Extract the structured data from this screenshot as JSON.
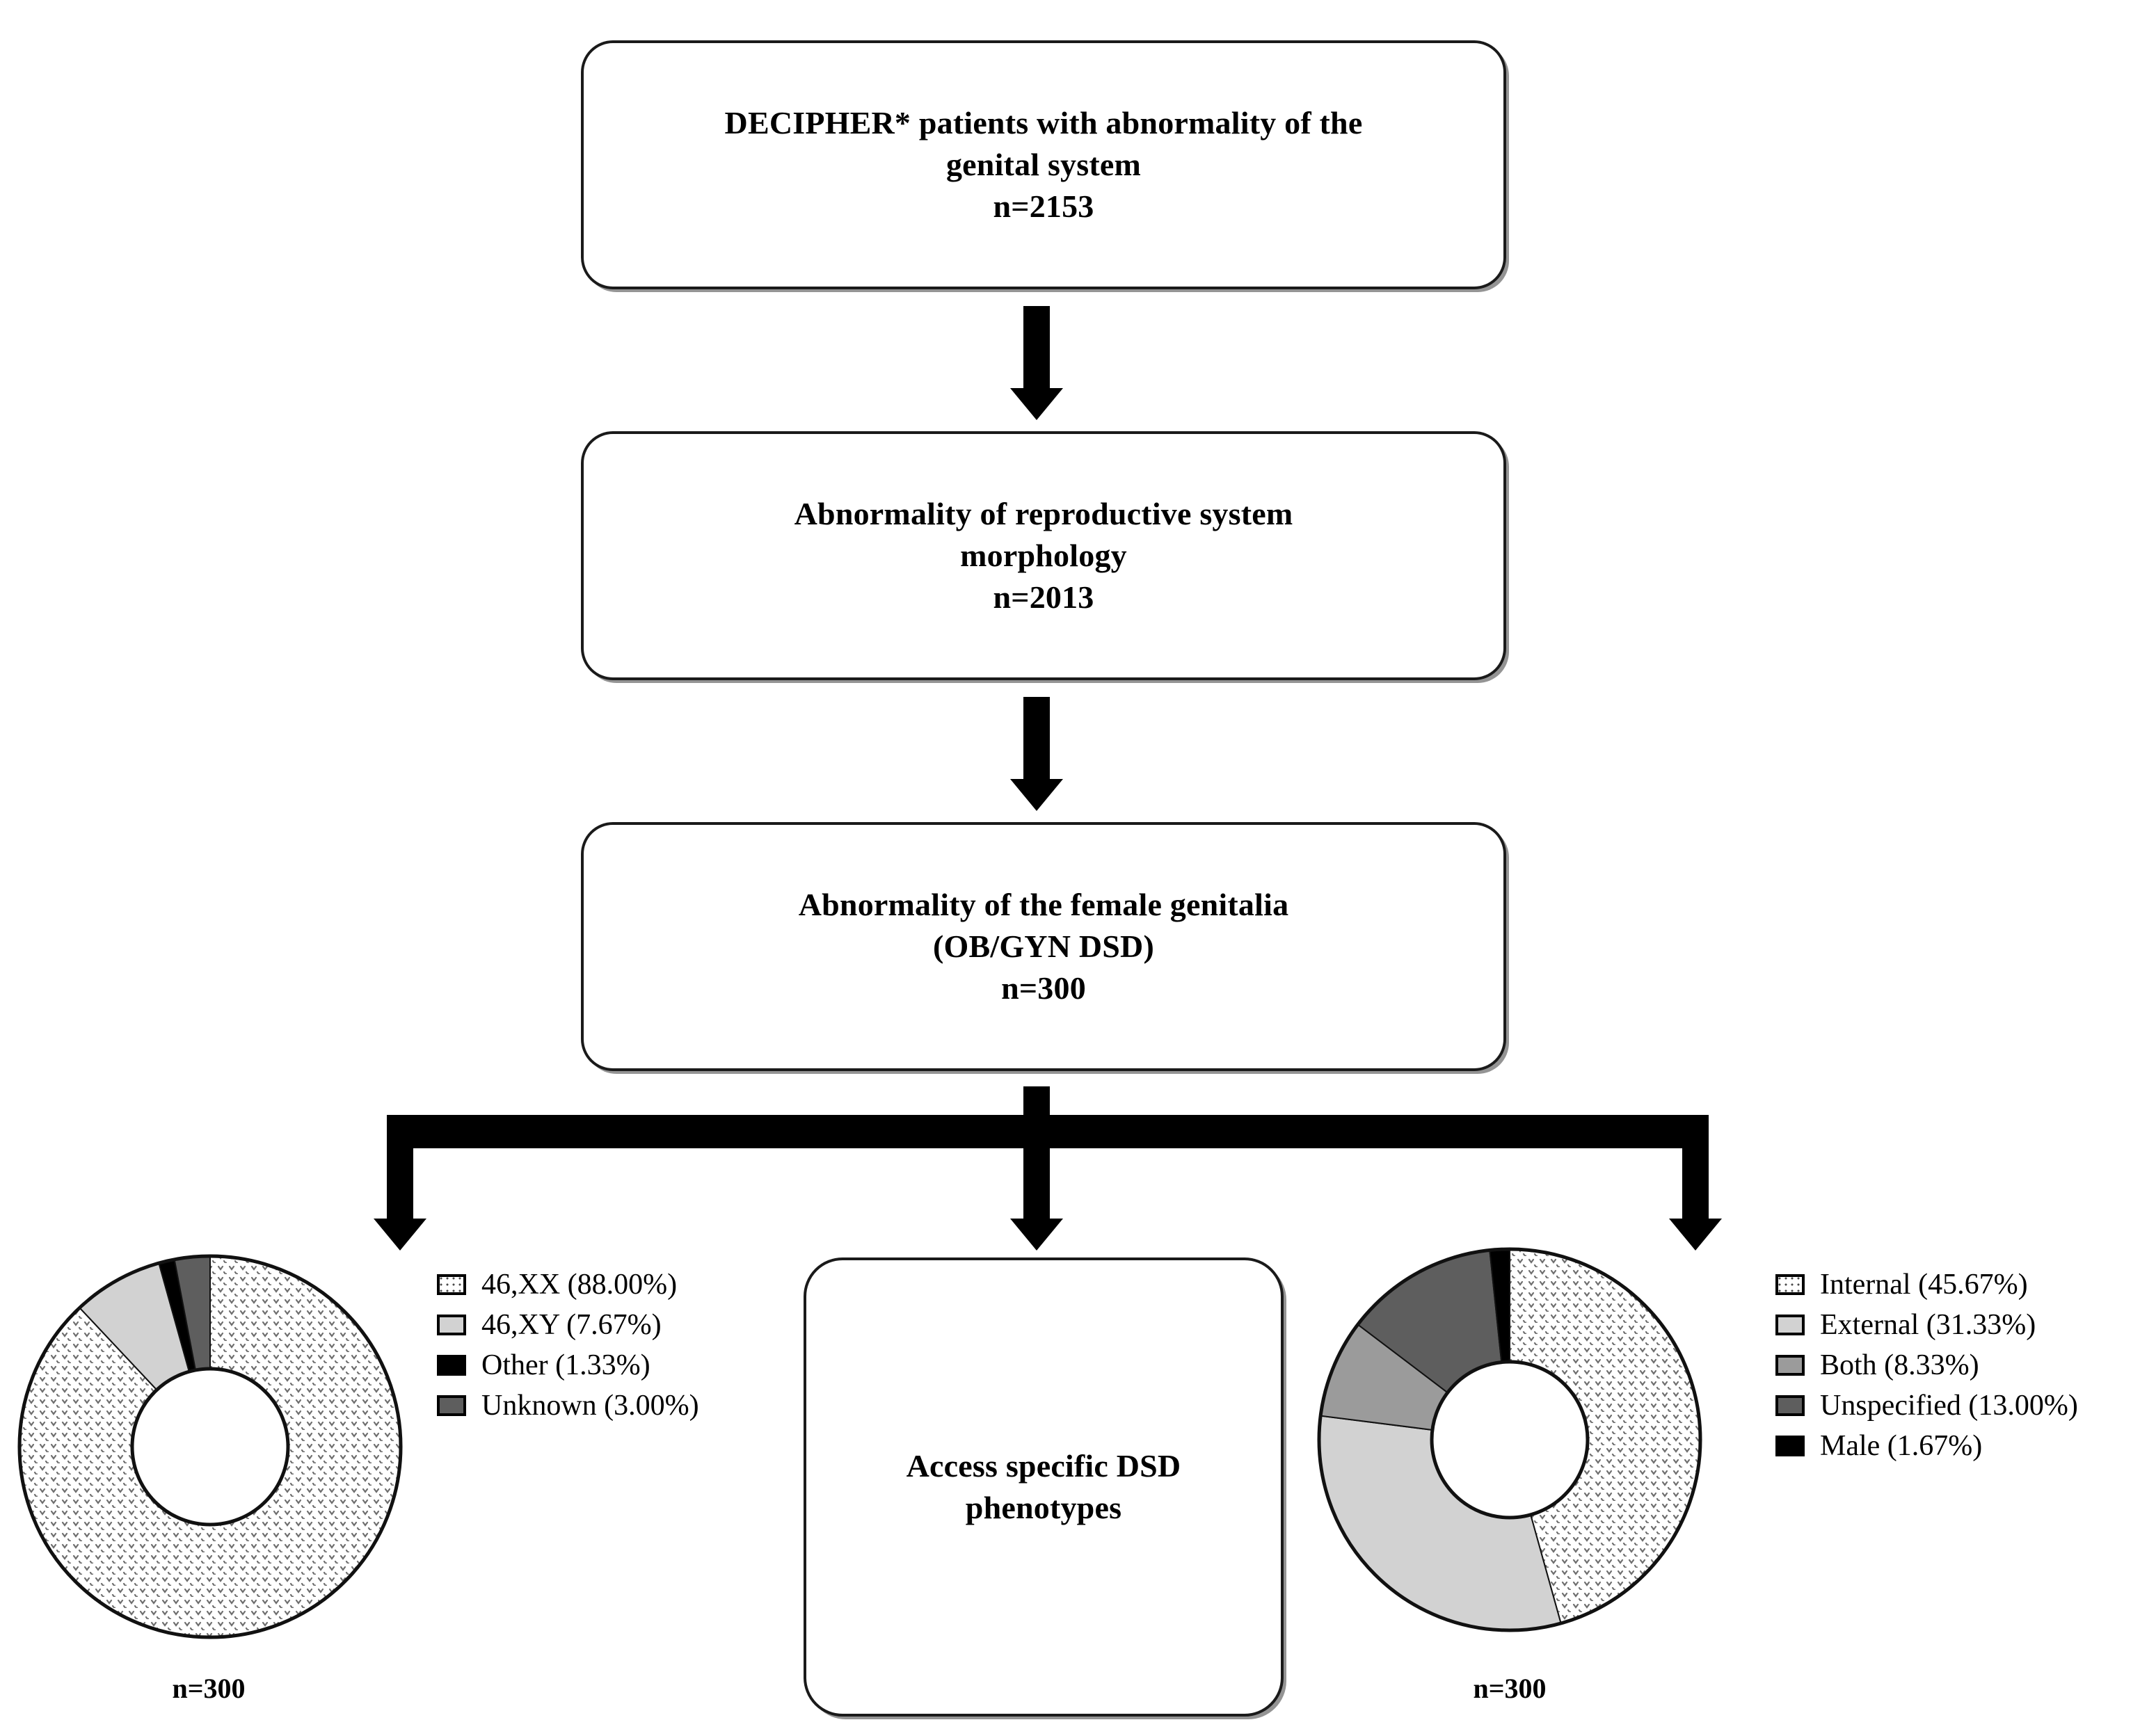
{
  "flow": {
    "box1": {
      "text": "DECIPHER* patients with abnormality of the\ngenital system\nn=2153"
    },
    "box2": {
      "text": "Abnormality of reproductive system\nmorphology\nn=2013"
    },
    "box3": {
      "text": "Abnormality of the female genitalia\n(OB/GYN DSD)\nn=300"
    },
    "box_middle": {
      "text": "Access specific DSD\nphenotypes"
    }
  },
  "left_chart_caption": "n=300",
  "right_chart_caption": "n=300",
  "colors": {
    "pattern": "#ffffff",
    "light_gray": "#d2d2d2",
    "mid_gray": "#9b9b9b",
    "dark_gray": "#5e5e5e",
    "black": "#000000",
    "outline": "#1a1a1a"
  },
  "chart_data": [
    {
      "type": "pie",
      "title": "Karyotype distribution",
      "caption": "n=300",
      "total": 300,
      "donut": true,
      "start_angle": 0,
      "direction": "clockwise",
      "labels": [
        "46,XX",
        "46,XY",
        "Other",
        "Unknown"
      ],
      "values": [
        88.0,
        7.67,
        1.33,
        3.0
      ],
      "counts": [
        264,
        23,
        4,
        9
      ],
      "legend_entries": [
        "46,XX (88.00%)",
        "46,XY (7.67%)",
        "Other (1.33%)",
        "Unknown (3.00%)"
      ],
      "fills": [
        "pattern-dots",
        "#d2d2d2",
        "#000000",
        "#5e5e5e"
      ],
      "legend_position": "right"
    },
    {
      "type": "pie",
      "title": "Genitalia involvement distribution",
      "caption": "n=300",
      "total": 300,
      "donut": true,
      "start_angle": 0,
      "direction": "clockwise",
      "labels": [
        "Internal",
        "External",
        "Both",
        "Unspecified",
        "Male"
      ],
      "values": [
        45.67,
        31.33,
        8.33,
        13.0,
        1.67
      ],
      "counts": [
        137,
        94,
        25,
        39,
        5
      ],
      "legend_entries": [
        "Internal (45.67%)",
        "External (31.33%)",
        "Both (8.33%)",
        "Unspecified (13.00%)",
        "Male (1.67%)"
      ],
      "fills": [
        "pattern-dots",
        "#d2d2d2",
        "#9b9b9b",
        "#5e5e5e",
        "#000000"
      ],
      "legend_position": "right"
    }
  ],
  "left_legend": {
    "items": [
      {
        "label": "46,XX (88.00%)",
        "swatch": "pattern-dots"
      },
      {
        "label": "46,XY (7.67%)",
        "swatch": "light-gray"
      },
      {
        "label": "Other (1.33%)",
        "swatch": "black"
      },
      {
        "label": "Unknown (3.00%)",
        "swatch": "dark-gray"
      }
    ]
  },
  "right_legend": {
    "items": [
      {
        "label": "Internal (45.67%)",
        "swatch": "pattern-dots"
      },
      {
        "label": "External (31.33%)",
        "swatch": "light-gray"
      },
      {
        "label": "Both (8.33%)",
        "swatch": "mid-gray"
      },
      {
        "label": "Unspecified (13.00%)",
        "swatch": "dark-gray"
      },
      {
        "label": "Male (1.67%)",
        "swatch": "black"
      }
    ]
  }
}
